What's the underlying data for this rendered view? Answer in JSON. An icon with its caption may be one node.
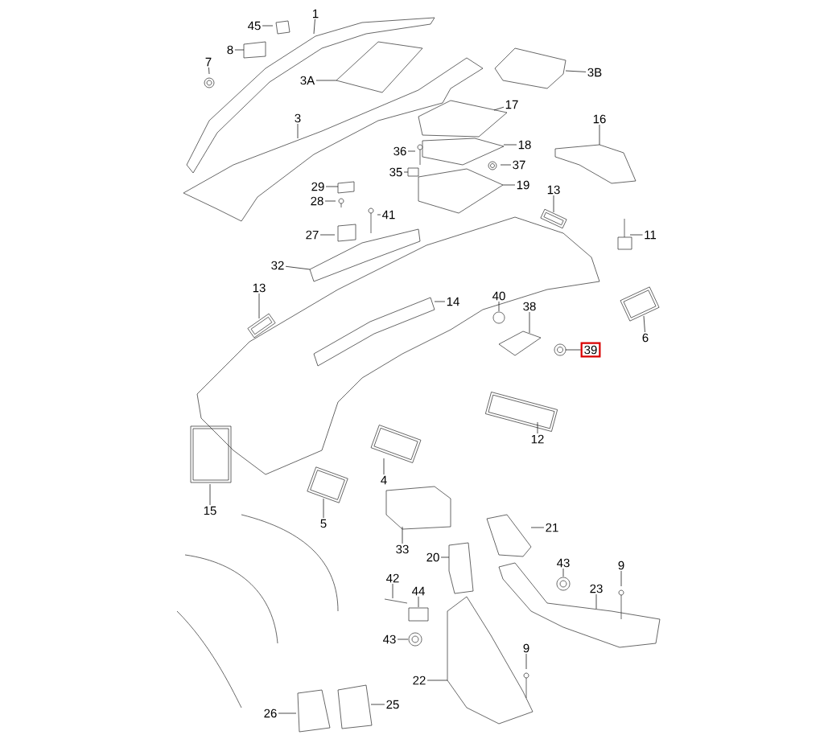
{
  "diagram": {
    "nodes": [
      {
        "text": [
          "45"
        ]
      },
      {
        "text": [
          "1"
        ]
      },
      {
        "text": [
          "8"
        ]
      },
      {
        "text": [
          "7"
        ]
      },
      {
        "text": [
          "3B"
        ]
      },
      {
        "text": [
          "3A"
        ]
      },
      {
        "text": [
          "17"
        ]
      },
      {
        "text": [
          "3"
        ]
      },
      {
        "text": [
          "16"
        ]
      },
      {
        "text": [
          "18"
        ]
      },
      {
        "text": [
          "36"
        ]
      },
      {
        "text": [
          "37"
        ]
      },
      {
        "text": [
          "35"
        ]
      },
      {
        "text": [
          "29"
        ]
      },
      {
        "text": [
          "19"
        ]
      },
      {
        "text": [
          "13"
        ]
      },
      {
        "text": [
          "28"
        ]
      },
      {
        "text": [
          "41"
        ]
      },
      {
        "text": [
          "27"
        ]
      },
      {
        "text": [
          "11"
        ]
      },
      {
        "text": [
          "32"
        ]
      },
      {
        "text": [
          "13"
        ]
      },
      {
        "text": [
          "40"
        ]
      },
      {
        "text": [
          "14"
        ]
      },
      {
        "text": [
          "38"
        ]
      },
      {
        "text": [
          "6"
        ]
      },
      {
        "text": [
          "39"
        ]
      },
      {
        "text": [
          "12"
        ]
      },
      {
        "text": [
          "4"
        ]
      },
      {
        "text": [
          "15"
        ]
      },
      {
        "text": [
          "5"
        ]
      },
      {
        "text": [
          "21"
        ]
      },
      {
        "text": [
          "33"
        ]
      },
      {
        "text": [
          "20"
        ]
      },
      {
        "text": [
          "43"
        ]
      },
      {
        "text": [
          "9"
        ]
      },
      {
        "text": [
          "42"
        ]
      },
      {
        "text": [
          "23"
        ]
      },
      {
        "text": [
          "44"
        ]
      },
      {
        "text": [
          "43"
        ]
      },
      {
        "text": [
          "9"
        ]
      },
      {
        "text": [
          "22"
        ]
      },
      {
        "text": [
          "25"
        ]
      },
      {
        "text": [
          "26"
        ]
      }
    ],
    "edges": [
      {
        "from": 0,
        "to": null,
        "arrow": "none"
      },
      {
        "from": 1,
        "to": null,
        "arrow": "none"
      },
      {
        "from": 2,
        "to": null,
        "arrow": "none"
      },
      {
        "from": 3,
        "to": null,
        "arrow": "none"
      },
      {
        "from": 4,
        "to": null,
        "arrow": "none"
      },
      {
        "from": 5,
        "to": null,
        "arrow": "none"
      },
      {
        "from": 6,
        "to": null,
        "arrow": "none"
      },
      {
        "from": 7,
        "to": null,
        "arrow": "none"
      },
      {
        "from": 8,
        "to": null,
        "arrow": "none"
      },
      {
        "from": 9,
        "to": null,
        "arrow": "none"
      },
      {
        "from": 10,
        "to": null,
        "arrow": "none"
      },
      {
        "from": 11,
        "to": null,
        "arrow": "none"
      },
      {
        "from": 12,
        "to": null,
        "arrow": "none"
      },
      {
        "from": 13,
        "to": null,
        "arrow": "none"
      },
      {
        "from": 14,
        "to": null,
        "arrow": "none"
      },
      {
        "from": 15,
        "to": null,
        "arrow": "none"
      },
      {
        "from": 16,
        "to": null,
        "arrow": "none"
      },
      {
        "from": 17,
        "to": null,
        "arrow": "none"
      },
      {
        "from": 18,
        "to": null,
        "arrow": "none"
      },
      {
        "from": 19,
        "to": null,
        "arrow": "none"
      },
      {
        "from": 20,
        "to": null,
        "arrow": "none"
      },
      {
        "from": 21,
        "to": null,
        "arrow": "none"
      },
      {
        "from": 22,
        "to": null,
        "arrow": "none"
      },
      {
        "from": 23,
        "to": null,
        "arrow": "none"
      },
      {
        "from": 24,
        "to": null,
        "arrow": "none"
      },
      {
        "from": 25,
        "to": null,
        "arrow": "none"
      },
      {
        "from": 26,
        "to": null,
        "arrow": "none"
      },
      {
        "from": 27,
        "to": null,
        "arrow": "none"
      },
      {
        "from": 28,
        "to": null,
        "arrow": "none"
      },
      {
        "from": 29,
        "to": null,
        "arrow": "none"
      },
      {
        "from": 30,
        "to": null,
        "arrow": "none"
      },
      {
        "from": 31,
        "to": null,
        "arrow": "none"
      },
      {
        "from": 32,
        "to": null,
        "arrow": "none"
      },
      {
        "from": 33,
        "to": null,
        "arrow": "none"
      },
      {
        "from": 34,
        "to": null,
        "arrow": "none"
      },
      {
        "from": 35,
        "to": null,
        "arrow": "none"
      },
      {
        "from": 36,
        "to": null,
        "arrow": "none"
      },
      {
        "from": 37,
        "to": null,
        "arrow": "none"
      },
      {
        "from": 38,
        "to": null,
        "arrow": "none"
      },
      {
        "from": 39,
        "to": null,
        "arrow": "none"
      },
      {
        "from": 40,
        "to": null,
        "arrow": "none"
      },
      {
        "from": 41,
        "to": null,
        "arrow": "none"
      },
      {
        "from": 42,
        "to": null,
        "arrow": "none"
      },
      {
        "from": 43,
        "to": null,
        "arrow": "none"
      }
    ]
  }
}
